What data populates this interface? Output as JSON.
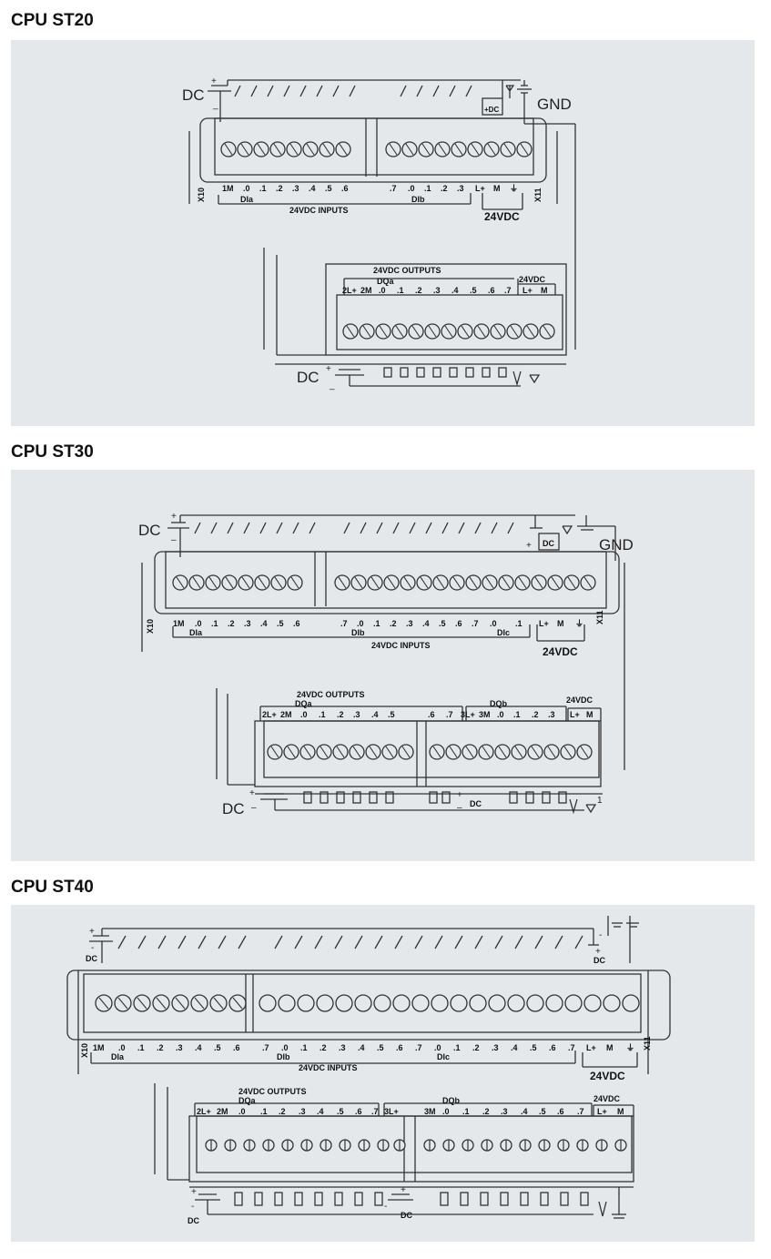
{
  "sections": [
    {
      "title": "CPU ST20",
      "top": {
        "supply": "DC",
        "gnd": "GND",
        "plus": "+",
        "minus": "_",
        "dcbox": "+DC",
        "conn_left": "X10",
        "conn_right": "X11",
        "terminals": [
          "1M",
          ".0",
          ".1",
          ".2",
          ".3",
          ".4",
          ".5",
          ".6",
          ".7",
          ".0",
          ".1",
          ".2",
          ".3",
          "L+",
          "M",
          "⏚"
        ],
        "group_a": "DIa",
        "group_b": "DIb",
        "inputs_label": "24VDC INPUTS",
        "power_label": "24VDC"
      },
      "bottom": {
        "outputs_label": "24VDC OUTPUTS",
        "group_a": "DQa",
        "power_label": "24VDC",
        "terminals": [
          "2L+",
          "2M",
          ".0",
          ".1",
          ".2",
          ".3",
          ".4",
          ".5",
          ".6",
          ".7",
          "L+",
          "M"
        ],
        "supply": "DC",
        "plus": "+",
        "minus": "_"
      }
    },
    {
      "title": "CPU ST30",
      "top": {
        "supply": "DC",
        "gnd": "GND",
        "plus": "+",
        "minus": "–",
        "dcbox": "DC",
        "dcbox_plus": "+",
        "conn_left": "X10",
        "conn_right": "X11",
        "terminals": [
          "1M",
          ".0",
          ".1",
          ".2",
          ".3",
          ".4",
          ".5",
          ".6",
          ".7",
          ".0",
          ".1",
          ".2",
          ".3",
          ".4",
          ".5",
          ".6",
          ".7",
          ".0",
          ".1",
          "L+",
          "M",
          "⏚"
        ],
        "group_a": "DIa",
        "group_b": "DIb",
        "group_c": "DIc",
        "inputs_label": "24VDC INPUTS",
        "power_label": "24VDC"
      },
      "bottom": {
        "outputs_label": "24VDC OUTPUTS",
        "group_a": "DQa",
        "group_b": "DQb",
        "power_label": "24VDC",
        "terminals": [
          "2L+",
          "2M",
          ".0",
          ".1",
          ".2",
          ".3",
          ".4",
          ".5",
          ".6",
          ".7",
          "3L+",
          "3M",
          ".0",
          ".1",
          ".2",
          ".3",
          "L+",
          "M"
        ],
        "supply": "DC",
        "plus": "+",
        "minus": "–",
        "mid_dc": "DC",
        "mid_plus": "+",
        "mid_minus": "–",
        "note": "1"
      }
    },
    {
      "title": "CPU ST40",
      "top": {
        "supply": "DC",
        "plus": "+",
        "minus": "-",
        "dcbox": "DC",
        "dcbox_plus": "+",
        "dcbox_minus": "-",
        "conn_left": "X10",
        "conn_right": "X11",
        "terminals": [
          "1M",
          ".0",
          ".1",
          ".2",
          ".3",
          ".4",
          ".5",
          ".6",
          ".7",
          ".0",
          ".1",
          ".2",
          ".3",
          ".4",
          ".5",
          ".6",
          ".7",
          ".0",
          ".1",
          ".2",
          ".3",
          ".4",
          ".5",
          ".6",
          ".7",
          "L+",
          "M",
          "⏚"
        ],
        "group_a": "DIa",
        "group_b": "DIb",
        "group_c": "DIc",
        "inputs_label": "24VDC INPUTS",
        "power_label": "24VDC"
      },
      "bottom": {
        "outputs_label": "24VDC OUTPUTS",
        "group_a": "DQa",
        "group_b": "DQb",
        "power_label": "24VDC",
        "terminals": [
          "2L+",
          "2M",
          ".0",
          ".1",
          ".2",
          ".3",
          ".4",
          ".5",
          ".6",
          ".7",
          "3L+",
          "3M",
          ".0",
          ".1",
          ".2",
          ".3",
          ".4",
          ".5",
          ".6",
          ".7",
          "L+",
          "M"
        ],
        "supply": "DC",
        "plus": "+",
        "minus": "-",
        "mid_dc": "DC",
        "mid_plus": "+",
        "mid_minus": "-"
      }
    }
  ]
}
